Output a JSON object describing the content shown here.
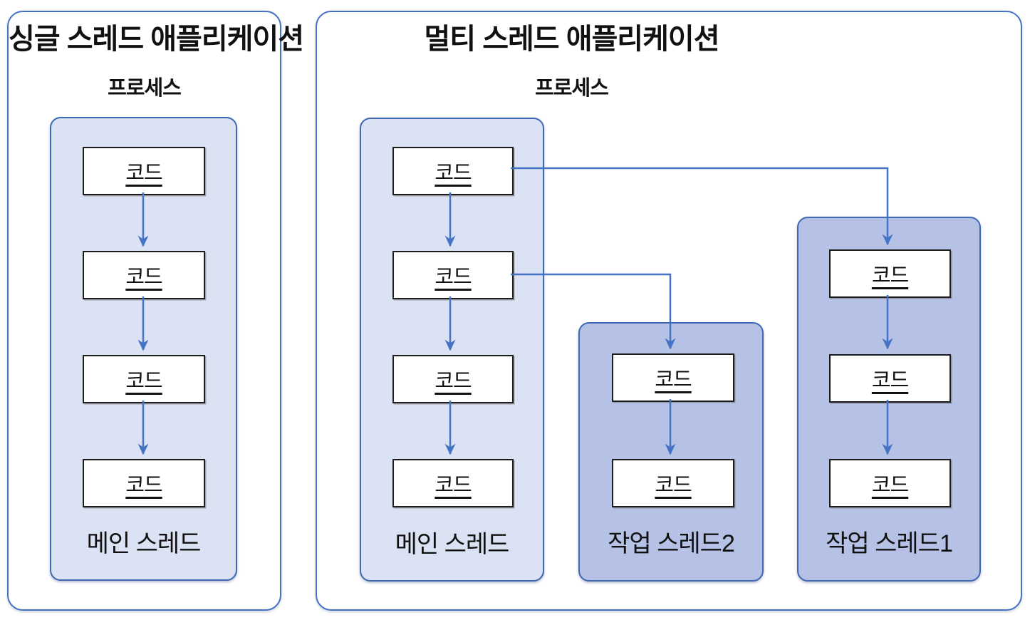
{
  "left_panel": {
    "title": "싱글 스레드 애플리케이션",
    "process_label": "프로세스",
    "main_thread": {
      "label": "메인 스레드",
      "code_boxes": [
        "코드",
        "코드",
        "코드",
        "코드"
      ]
    }
  },
  "right_panel": {
    "title": "멀티 스레드 애플리케이션",
    "process_label": "프로세스",
    "main_thread": {
      "label": "메인 스레드",
      "code_boxes": [
        "코드",
        "코드",
        "코드",
        "코드"
      ]
    },
    "worker_thread_2": {
      "label": "작업 스레드2",
      "code_boxes": [
        "코드",
        "코드"
      ]
    },
    "worker_thread_1": {
      "label": "작업 스레드1",
      "code_boxes": [
        "코드",
        "코드",
        "코드"
      ]
    }
  },
  "colors": {
    "panel_border": "#4472c4",
    "thread_panel_border": "#3d68b2",
    "arrow": "#4472c4",
    "main_thread_fill": "#dbe2f3",
    "worker_thread_fill": "#b5c1e5",
    "code_box_fill": "#ffffff",
    "code_box_border": "#1c1c1c",
    "text": "#111111"
  }
}
